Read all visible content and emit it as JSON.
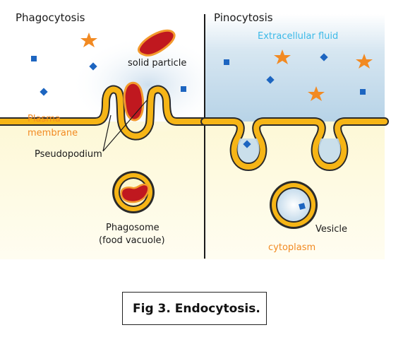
{
  "left_panel": {
    "title": "Phagocytosis",
    "solid_particle_label": "solid particle",
    "plasma_membrane_label_line1": "Plasma",
    "plasma_membrane_label_line2": "membrane",
    "pseudopodium_label": "Pseudopodium",
    "phagosome_label_line1": "Phagosome",
    "phagosome_label_line2": "(food vacuole)"
  },
  "right_panel": {
    "title": "Pinocytosis",
    "extracellular_fluid_label": "Extracellular fluid",
    "vesicle_label": "Vesicle",
    "cytoplasm_label": "cytoplasm"
  },
  "caption": "Fig 3. Endocytosis.",
  "colors": {
    "membrane": "#f6b516",
    "membrane_outline": "#2a2a2a",
    "particle": "#c0181f",
    "particle_rim": "#f39a2d",
    "star": "#f28a22",
    "square": "#1d65c0",
    "orange_text": "#f28a22",
    "cyan_text": "#3bb9e8",
    "extracellular_fluid": "#bcd8ea",
    "cytoplasm": "#fcf6cf"
  }
}
